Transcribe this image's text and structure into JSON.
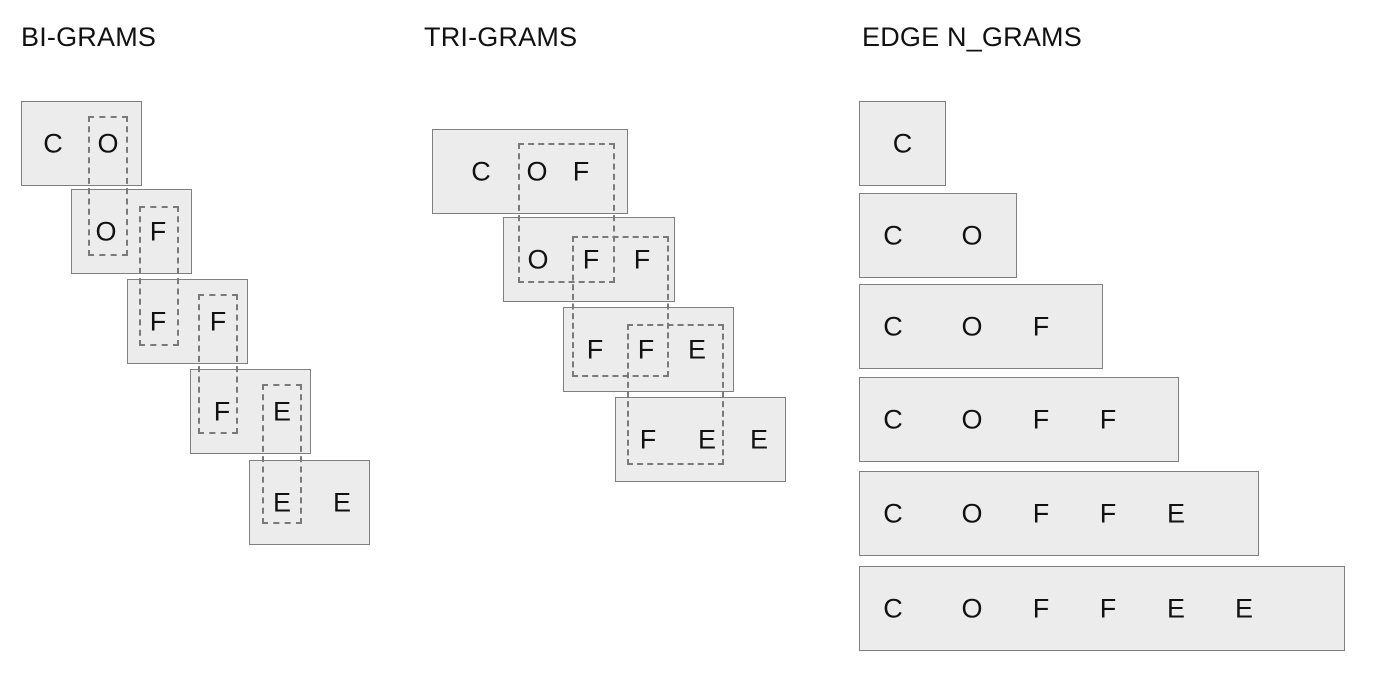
{
  "sections": {
    "bigrams": {
      "title": "BI-GRAMS",
      "grams": [
        [
          "C",
          "O"
        ],
        [
          "O",
          "F"
        ],
        [
          "F",
          "F"
        ],
        [
          "F",
          "E"
        ],
        [
          "E",
          "E"
        ]
      ]
    },
    "trigrams": {
      "title": "TRI-GRAMS",
      "grams": [
        [
          "C",
          "O",
          "F"
        ],
        [
          "O",
          "F",
          "F"
        ],
        [
          "F",
          "F",
          "E"
        ],
        [
          "F",
          "E",
          "E"
        ]
      ]
    },
    "edge_ngrams": {
      "title": "EDGE N_GRAMS",
      "grams": [
        [
          "C"
        ],
        [
          "C",
          "O"
        ],
        [
          "C",
          "O",
          "F"
        ],
        [
          "C",
          "O",
          "F",
          "F"
        ],
        [
          "C",
          "O",
          "F",
          "F",
          "E"
        ],
        [
          "C",
          "O",
          "F",
          "F",
          "E",
          "E"
        ]
      ]
    }
  }
}
